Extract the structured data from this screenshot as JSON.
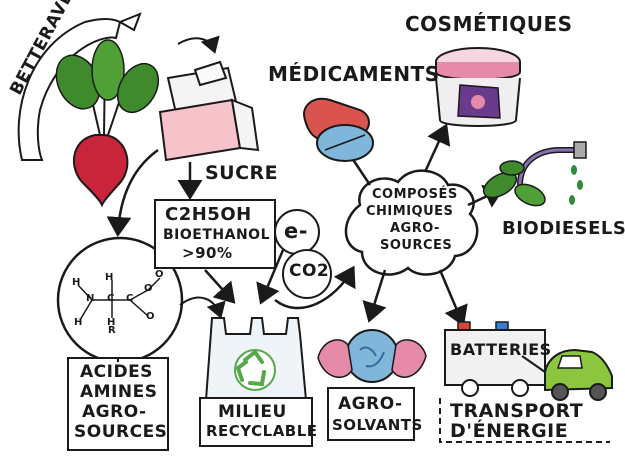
{
  "labels": {
    "betterave": "BETTERAVE",
    "sucre": "SUCRE",
    "ethanol_formula": "C2H5OH",
    "ethanol_name": "BIOETHANOL",
    "ethanol_pct": ">90%",
    "electron": "e-",
    "co2": "CO2",
    "central": [
      "COMPOSÉS",
      "CHIMIQUES",
      "AGRO-",
      "SOURCES"
    ],
    "medicaments": "MÉDICAMENTS",
    "cosmetiques": "COSMÉTIQUES",
    "biodiesels": "BIODIESELS",
    "acides": [
      "ACIDES",
      "AMINES",
      "AGRO-",
      "SOURCES"
    ],
    "milieu": [
      "MILIEU",
      "RECYCLABLE"
    ],
    "agrosolvants": [
      "AGRO-",
      "SOLVANTS"
    ],
    "batteries": "BATTERIES",
    "transport": [
      "TRANSPORT",
      "D'ÉNERGIE"
    ],
    "molecule_atoms": [
      "H",
      "H",
      "O",
      "N",
      "C",
      "C",
      "H",
      "H",
      "R",
      "O",
      "O"
    ]
  },
  "colors": {
    "beet": "#c8243a",
    "leaf": "#3f8a2c",
    "ink": "#1a1a1a",
    "pill_red": "#d9534f",
    "pill_blue": "#7fb6d9",
    "jar_pink": "#e58aa8",
    "jar_purple": "#6a3a8c",
    "recycle_green": "#56a84a",
    "car_green": "#8cc63e",
    "battery_red": "#d9453a",
    "battery_blue": "#3a7bd5",
    "drop_green": "#2f8a3c"
  },
  "icons": [
    "beet-icon",
    "sugar-cubes-icon",
    "pill-icon",
    "cosmetic-jar-icon",
    "fuel-hose-icon",
    "molecule-icon",
    "recycle-bottles-icon",
    "hands-globe-icon",
    "battery-truck-icon",
    "car-icon"
  ]
}
